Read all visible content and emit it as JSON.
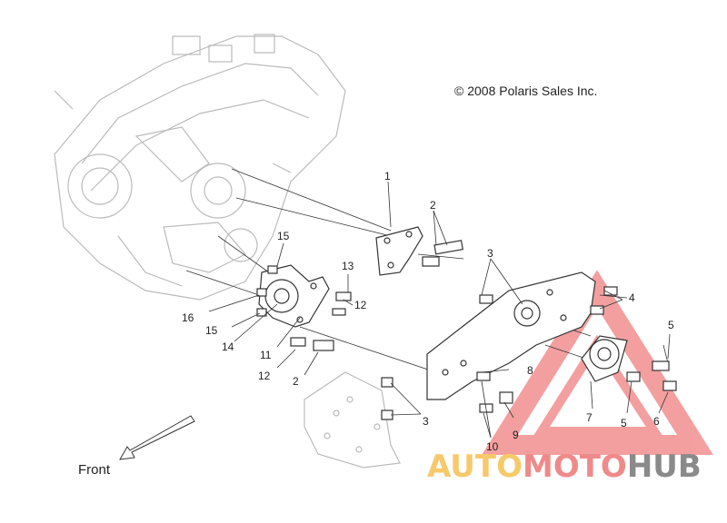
{
  "copyright": "© 2008 Polaris Sales Inc.",
  "front_label": "Front",
  "watermark": {
    "part1": "AUTO",
    "part2": "MOTO",
    "part3": "HUB"
  },
  "callouts": {
    "c1": "1",
    "c2a": "2",
    "c2b": "2",
    "c3a": "3",
    "c3b": "3",
    "c4": "4",
    "c5a": "5",
    "c5b": "5",
    "c6": "6",
    "c7": "7",
    "c8": "8",
    "c9": "9",
    "c10": "10",
    "c11": "11",
    "c12a": "12",
    "c12b": "12",
    "c13": "13",
    "c14": "14",
    "c15a": "15",
    "c15b": "15",
    "c16": "16"
  },
  "colors": {
    "line": "#333333",
    "ghost": "#bbbbbb",
    "watermark_red": "#f08080"
  }
}
